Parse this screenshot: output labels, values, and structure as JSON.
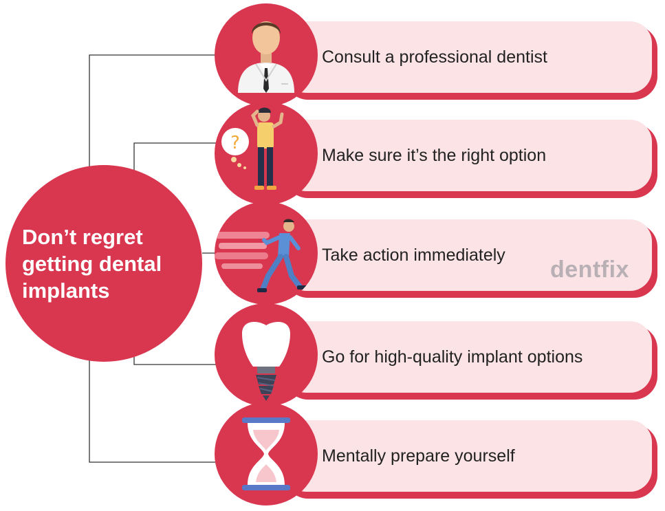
{
  "main": {
    "title": "Don’t regret getting dental implants"
  },
  "steps": [
    {
      "label": "Consult a professional dentist",
      "icon": "dentist-icon"
    },
    {
      "label": "Make sure it’s the right option",
      "icon": "confused-person-icon"
    },
    {
      "label": "Take action immediately",
      "icon": "running-person-icon"
    },
    {
      "label": "Go for high-quality implant options",
      "icon": "dental-implant-icon"
    },
    {
      "label": "Mentally prepare yourself",
      "icon": "hourglass-icon"
    }
  ],
  "brand": {
    "logo_text": "dentfix"
  },
  "colors": {
    "accent": "#d9364f",
    "pill_fill": "#fbe3e6",
    "text": "#222222",
    "logo": "#b9b0b6",
    "connector": "#333333"
  }
}
